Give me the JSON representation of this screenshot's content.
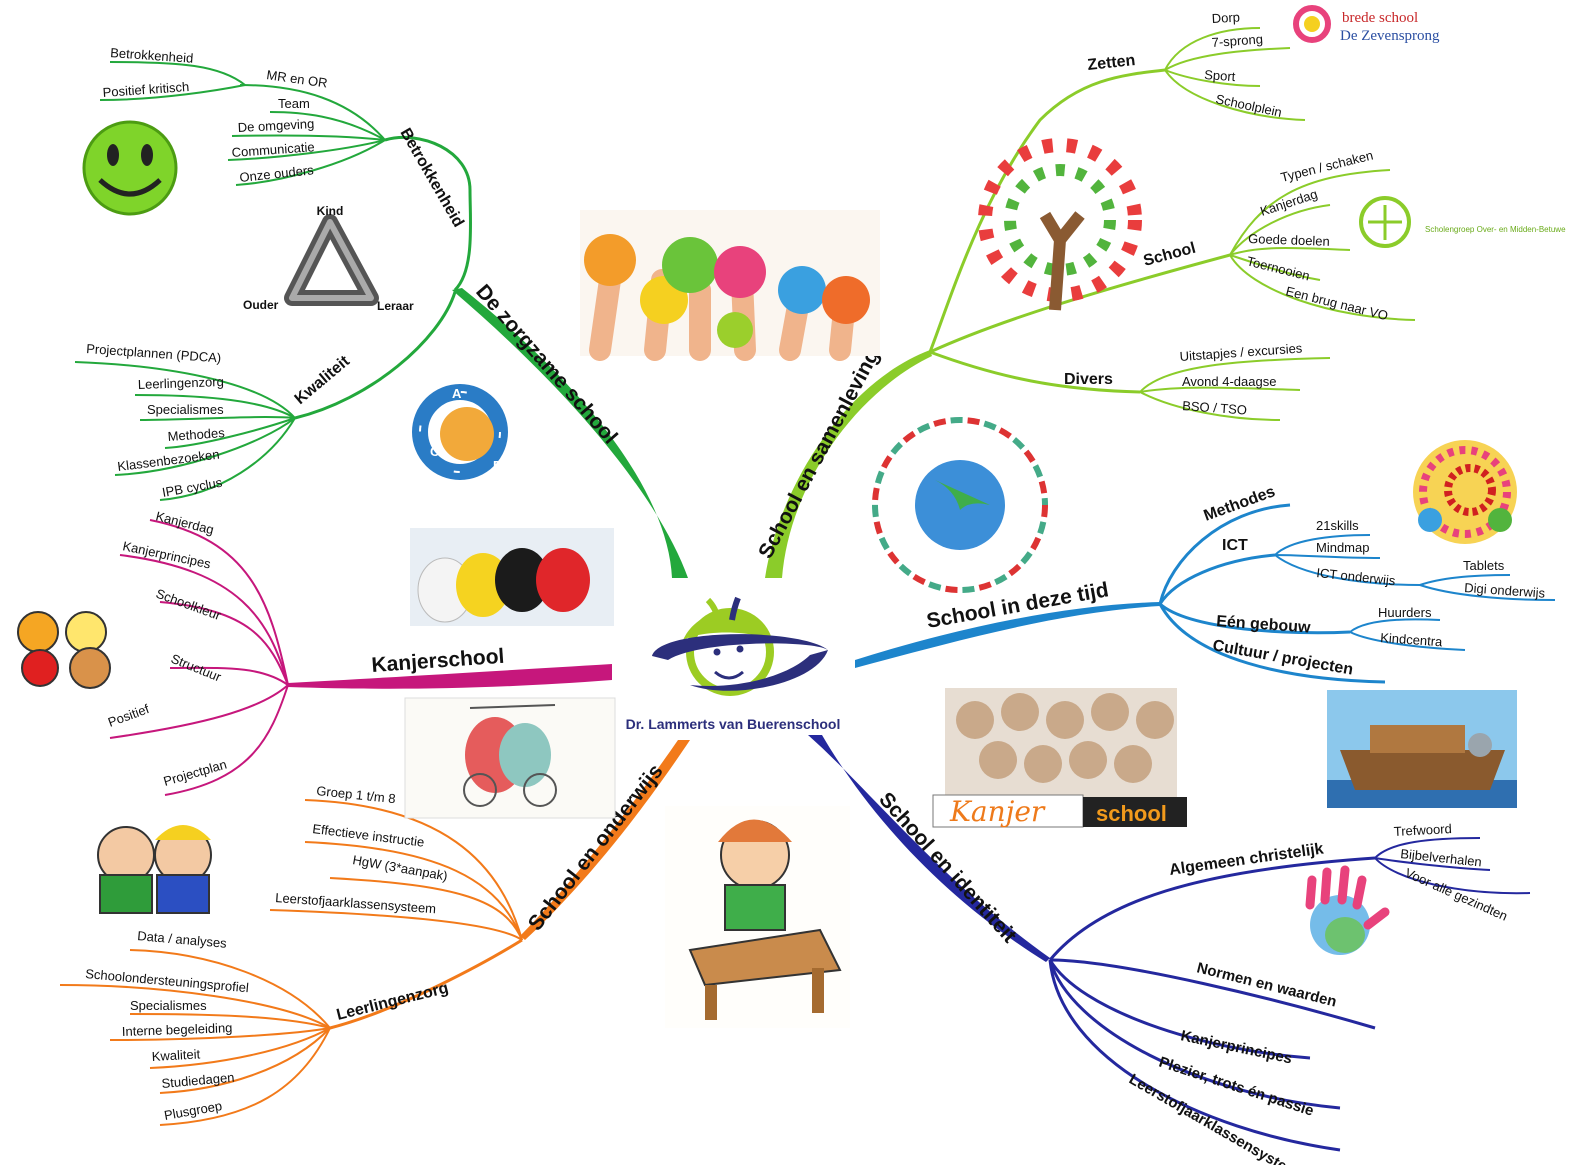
{
  "center": {
    "school_name": "Dr. Lammerts van Buerenschool"
  },
  "colors": {
    "zorg": "#23a83c",
    "samenleving": "#8bcc2a",
    "tijd": "#1d85cc",
    "identiteit": "#24289e",
    "onderwijs": "#f27a1a",
    "kanjer": "#c6177c",
    "logo_green": "#9ccc23",
    "logo_navy": "#2c2f7c"
  },
  "branches": {
    "zorg": {
      "label": "De zorgzame school",
      "betrokkenheid": {
        "label": "Betrokkenheid",
        "leaves": [
          "Team",
          "De omgeving",
          "Communicatie",
          "Onze ouders"
        ],
        "mr": {
          "label": "MR en OR",
          "leaves": [
            "Betrokkenheid",
            "Positief kritisch"
          ]
        }
      },
      "kwaliteit": {
        "label": "Kwaliteit",
        "leaves": [
          "Projectplannen (PDCA)",
          "Leerlingenzorg",
          "Specialismes",
          "Methodes",
          "Klassenbezoeken",
          "IPB cyclus"
        ]
      }
    },
    "samenleving": {
      "label": "School en samenleving",
      "zetten": {
        "label": "Zetten",
        "leaves": [
          "Dorp",
          "7-sprong",
          "Sport",
          "Schoolplein"
        ]
      },
      "school": {
        "label": "School",
        "leaves": [
          "Typen / schaken",
          "Kanjerdag",
          "Goede doelen",
          "Toernooien",
          "Een brug naar VO"
        ]
      },
      "divers": {
        "label": "Divers",
        "leaves": [
          "Uitstapjes / excursies",
          "Avond 4-daagse",
          "BSO / TSO"
        ]
      }
    },
    "tijd": {
      "label": "School in deze tijd",
      "methodes": {
        "label": "Methodes"
      },
      "ict": {
        "label": "ICT",
        "leaves": [
          "21skills",
          "Mindmap",
          "ICT onderwijs"
        ],
        "sub": [
          "Tablets",
          "Digi onderwijs"
        ]
      },
      "gebouw": {
        "label": "Eén gebouw",
        "leaves": [
          "Huurders",
          "Kindcentra"
        ]
      },
      "cultuur": {
        "label": "Cultuur / projecten"
      }
    },
    "identiteit": {
      "label": "School en identiteit",
      "christelijk": {
        "label": "Algemeen christelijk",
        "leaves": [
          "Trefwoord",
          "Bijbelverhalen",
          "Voor alle gezindten"
        ]
      },
      "others": [
        "Normen en waarden",
        "Kanjerprincipes",
        "Plezier, trots én passie",
        "Leerstofjaarklassensysteem"
      ]
    },
    "onderwijs": {
      "label": "School en onderwijs",
      "upper": [
        "Groep 1 t/m 8",
        "Effectieve instructie",
        "HgW (3*aanpak)",
        "Leerstofjaarklassensysteem"
      ],
      "zorg": {
        "label": "Leerlingenzorg",
        "leaves": [
          "Data / analyses",
          "Schoolondersteuningsprofiel",
          "Specialismes",
          "Interne begeleiding",
          "Kwaliteit",
          "Studiedagen",
          "Plusgroep"
        ]
      }
    },
    "kanjer": {
      "label": "Kanjerschool",
      "leaves": [
        "Kanjerdag",
        "Kanjerprincipes",
        "Schoolkleur",
        "Structuur",
        "Positief",
        "Projectplan"
      ]
    }
  },
  "images": {
    "triangle": {
      "top": "Kind",
      "left": "Ouder",
      "right": "Leraar"
    },
    "pdca": {
      "letters": [
        "A",
        "P",
        "D",
        "C"
      ]
    },
    "brede_school": {
      "line1": "brede school",
      "line2": "De Zevensprong"
    },
    "scholengroep": {
      "text": "Scholengroep Over- en Midden-Betuwe"
    },
    "kanjer_logo": {
      "script": "Kanjer",
      "word": "school"
    }
  }
}
